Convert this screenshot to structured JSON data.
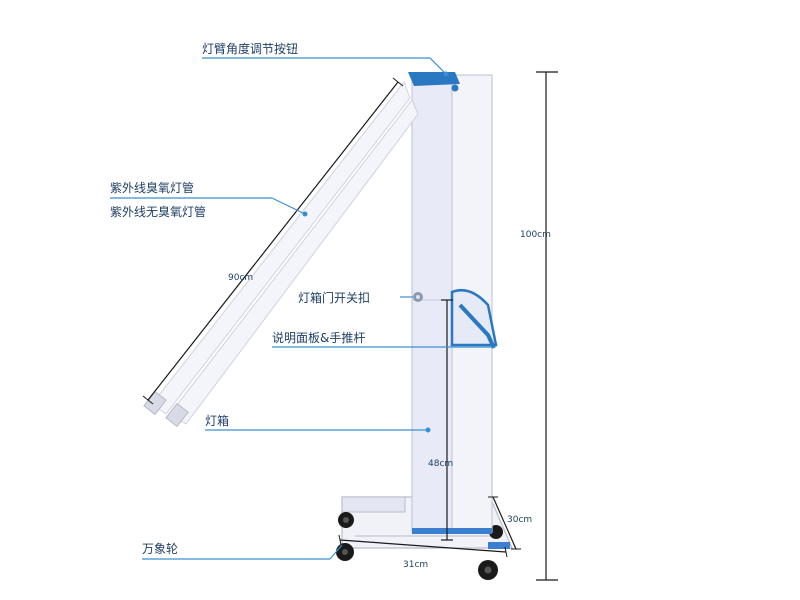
{
  "labels": {
    "angle_button": "灯臂角度调节按钮",
    "uv_ozone_tube": "紫外线臭氧灯管",
    "uv_no_ozone_tube": "紫外线无臭氧灯管",
    "door_latch": "灯箱门开关扣",
    "panel_handle": "说明面板&手推杆",
    "lamp_box": "灯箱",
    "caster": "万象轮"
  },
  "dimensions": {
    "total_height": "100cm",
    "tube_length": "90cm",
    "box_height": "48cm",
    "base_width": "30cm",
    "base_depth": "31cm"
  },
  "colors": {
    "accent": "#2a78c2",
    "label_text": "#1f3f66",
    "leader": "#3a8fd0",
    "body": "#e6e9f7",
    "wheel": "#1a1a1a"
  }
}
